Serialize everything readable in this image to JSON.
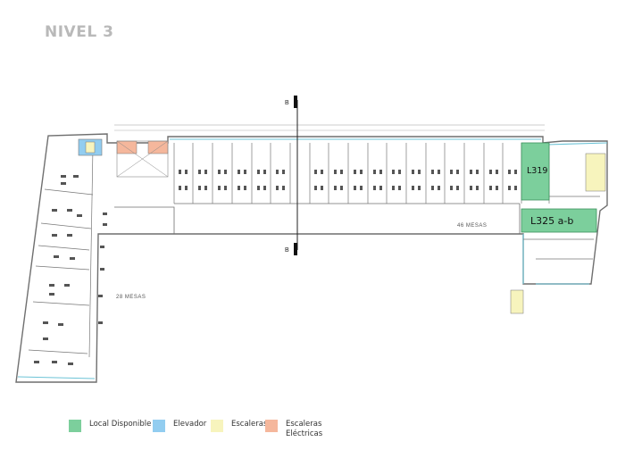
{
  "page": {
    "title": "NIVEL 3"
  },
  "plan": {
    "section_marker": "B",
    "labels": {
      "mesas_right": "46 MESAS",
      "mesas_left": "28 MESAS"
    },
    "available_units": [
      "L319",
      "L325 a-b"
    ]
  },
  "legend": {
    "items": [
      {
        "label": "Local Disponible",
        "color": "#7ccf9c"
      },
      {
        "label": "Elevador",
        "color": "#92cdf0"
      },
      {
        "label": "Escaleras",
        "color": "#f7f4bd"
      },
      {
        "label": "Escaleras Eléctricas",
        "color": "#f5b79c"
      }
    ]
  },
  "colors": {
    "wall": "#6f6f6f",
    "glass": "#6cc3d6",
    "furniture": "#444444"
  }
}
